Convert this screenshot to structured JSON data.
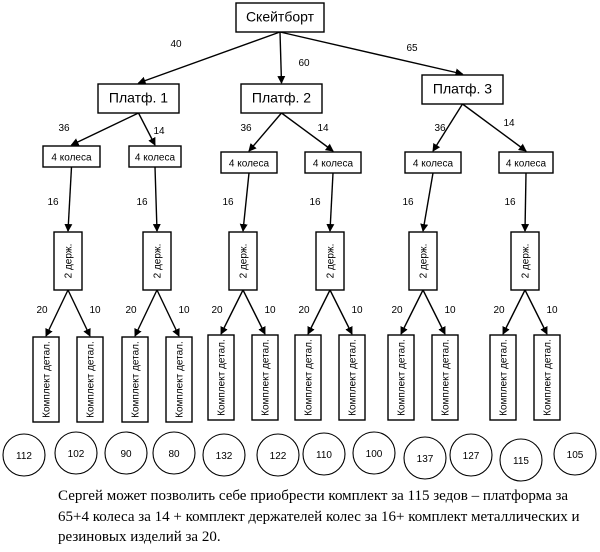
{
  "root": {
    "label": "Скейтборт"
  },
  "platforms": [
    {
      "label": "Платф. 1",
      "edge_value": "40",
      "wheels": [
        {
          "label": "4 колеса",
          "edge_value": "36",
          "holder_edge": "16",
          "holder": "2 держ.",
          "kits": [
            {
              "label": "Комплект детал.",
              "edge_value": "20"
            },
            {
              "label": "Комплект детал.",
              "edge_value": "10"
            }
          ]
        },
        {
          "label": "4 колеса",
          "edge_value": "14",
          "holder_edge": "16",
          "holder": "2 держ.",
          "kits": [
            {
              "label": "Комплект детал.",
              "edge_value": "20"
            },
            {
              "label": "Комплект детал.",
              "edge_value": "10"
            }
          ]
        }
      ]
    },
    {
      "label": "Платф. 2",
      "edge_value": "60",
      "wheels": [
        {
          "label": "4 колеса",
          "edge_value": "36",
          "holder_edge": "16",
          "holder": "2 держ.",
          "kits": [
            {
              "label": "Комплект детал.",
              "edge_value": "20"
            },
            {
              "label": "Комплект детал.",
              "edge_value": "10"
            }
          ]
        },
        {
          "label": "4 колеса",
          "edge_value": "14",
          "holder_edge": "16",
          "holder": "2 держ.",
          "kits": [
            {
              "label": "Комплект детал.",
              "edge_value": "20"
            },
            {
              "label": "Комплект детал.",
              "edge_value": "10"
            }
          ]
        }
      ]
    },
    {
      "label": "Платф. 3",
      "edge_value": "65",
      "wheels": [
        {
          "label": "4 колеса",
          "edge_value": "36",
          "holder_edge": "16",
          "holder": "2 держ.",
          "kits": [
            {
              "label": "Комплект детал.",
              "edge_value": "20"
            },
            {
              "label": "Комплект детал.",
              "edge_value": "10"
            }
          ]
        },
        {
          "label": "4 колеса",
          "edge_value": "14",
          "holder_edge": "16",
          "holder": "2 держ.",
          "kits": [
            {
              "label": "Комплект детал.",
              "edge_value": "20"
            },
            {
              "label": "Комплект детал.",
              "edge_value": "10"
            }
          ]
        }
      ]
    }
  ],
  "totals": [
    "112",
    "102",
    "90",
    "80",
    "132",
    "122",
    "110",
    "100",
    "137",
    "127",
    "115",
    "105"
  ],
  "caption": "Сергей может позволить себе приобрести комплект за 115 зедов – платформа за 65+4 колеса за 14 + комплект держателей колес за 16+ комплект металлических и резиновых изделий за 20."
}
